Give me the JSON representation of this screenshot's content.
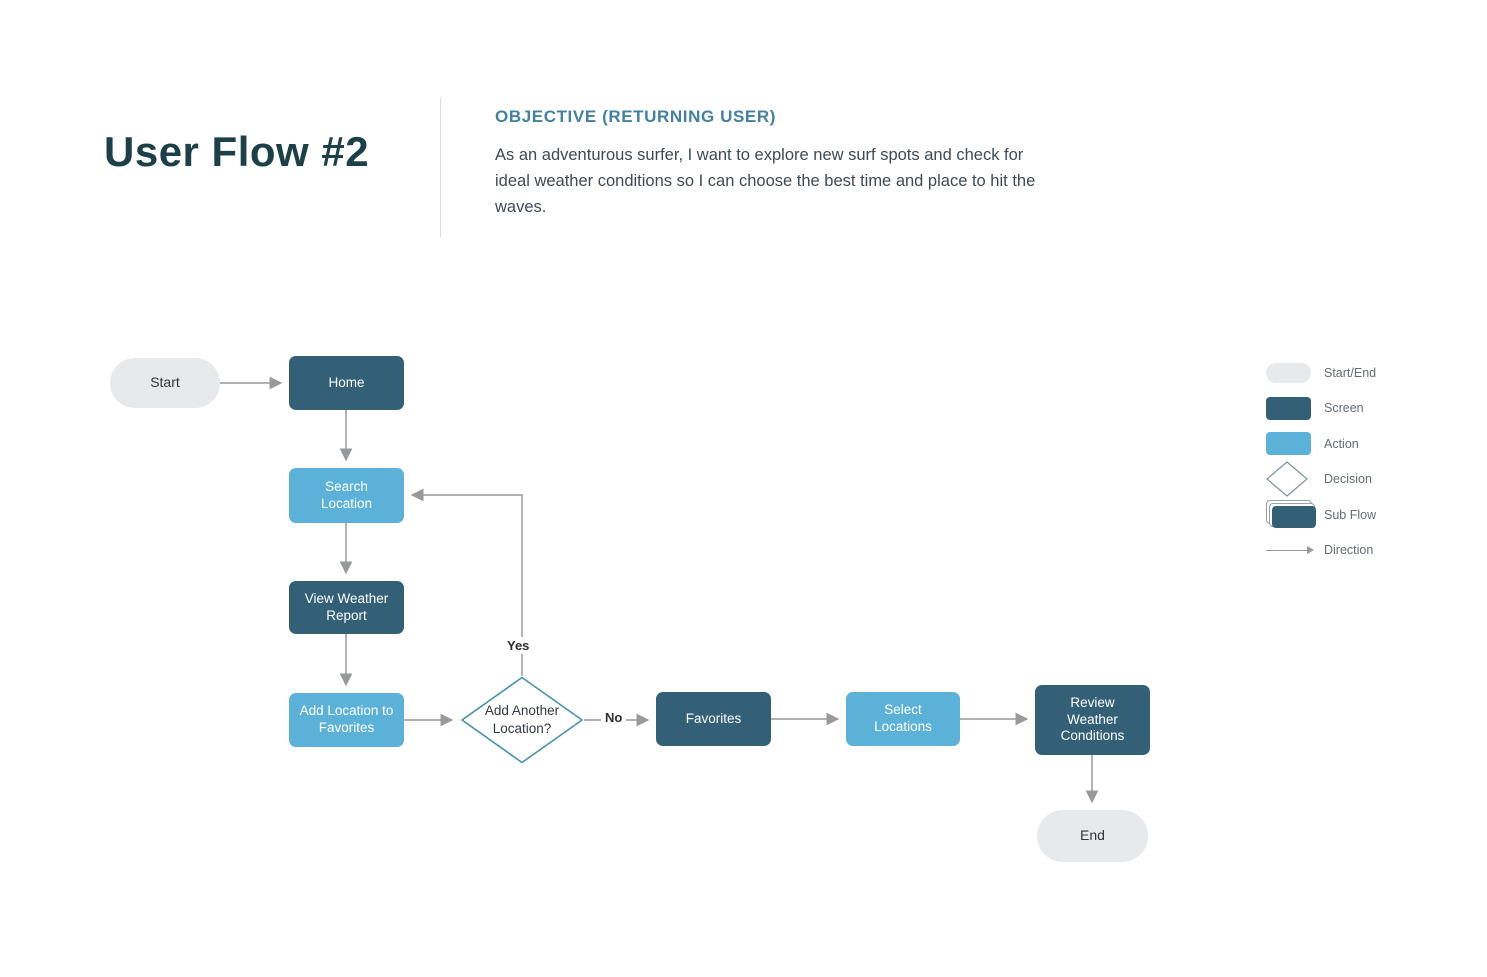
{
  "header": {
    "title": "User Flow #2",
    "objective_heading": "OBJECTIVE (RETURNING USER)",
    "objective_body": "As an adventurous surfer, I want to explore new surf spots and check for ideal weather conditions so I can choose the best time and place to hit the waves."
  },
  "palette": {
    "screen": "#336077",
    "action": "#5bb1d7",
    "start_end": "#e8e9ea",
    "decision_border": "#4a90ae",
    "connector": "#97999b",
    "title_text": "#1c3f48",
    "objective_heading_text": "#43819f"
  },
  "flow": {
    "nodes": [
      {
        "id": "start",
        "type": "start-end",
        "label": "Start"
      },
      {
        "id": "home",
        "type": "screen",
        "label": "Home"
      },
      {
        "id": "search-location",
        "type": "action",
        "label": "Search Location"
      },
      {
        "id": "view-weather-report",
        "type": "screen",
        "label": "View Weather Report"
      },
      {
        "id": "add-location-to-favorites",
        "type": "action",
        "label": "Add Location to Favorites"
      },
      {
        "id": "add-another-location",
        "type": "decision",
        "label": "Add Another Location?"
      },
      {
        "id": "favorites",
        "type": "screen",
        "label": "Favorites"
      },
      {
        "id": "select-locations",
        "type": "action",
        "label": "Select Locations"
      },
      {
        "id": "review-weather-conditions",
        "type": "screen",
        "label": "Review Weather Conditions"
      },
      {
        "id": "end",
        "type": "start-end",
        "label": "End"
      }
    ],
    "edges": [
      {
        "from": "start",
        "to": "home"
      },
      {
        "from": "home",
        "to": "search-location"
      },
      {
        "from": "search-location",
        "to": "view-weather-report"
      },
      {
        "from": "view-weather-report",
        "to": "add-location-to-favorites"
      },
      {
        "from": "add-location-to-favorites",
        "to": "add-another-location"
      },
      {
        "from": "add-another-location",
        "to": "favorites",
        "label": "No"
      },
      {
        "from": "add-another-location",
        "to": "search-location",
        "label": "Yes"
      },
      {
        "from": "favorites",
        "to": "select-locations"
      },
      {
        "from": "select-locations",
        "to": "review-weather-conditions"
      },
      {
        "from": "review-weather-conditions",
        "to": "end"
      }
    ],
    "edge_labels": {
      "yes": "Yes",
      "no": "No"
    }
  },
  "legend": {
    "items": [
      {
        "label": "Start/End"
      },
      {
        "label": "Screen"
      },
      {
        "label": "Action"
      },
      {
        "label": "Decision"
      },
      {
        "label": "Sub Flow"
      },
      {
        "label": "Direction"
      }
    ]
  }
}
